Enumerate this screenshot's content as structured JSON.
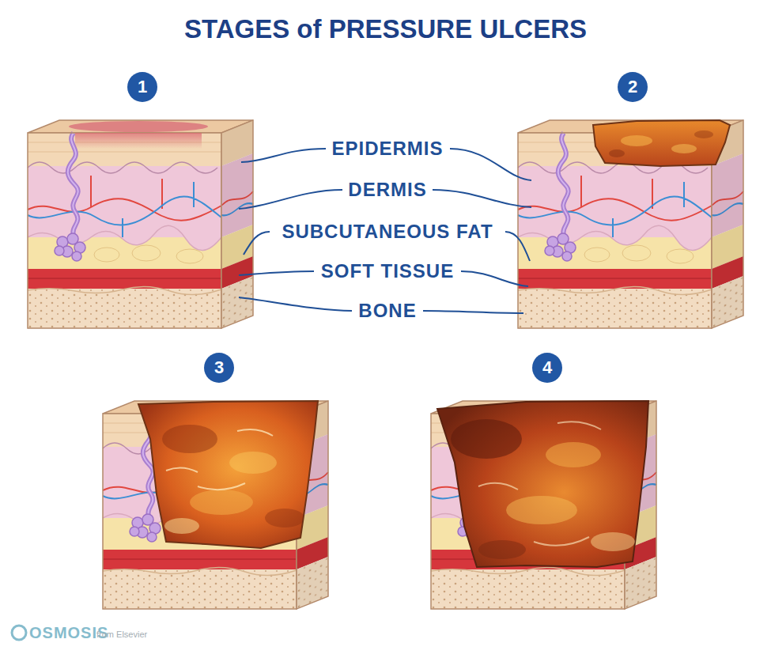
{
  "diagram": {
    "title": "STAGES of PRESSURE ULCERS",
    "nodes": [
      {
        "text": [
          "1"
        ]
      },
      {
        "text": [
          "2"
        ]
      },
      {
        "text": [
          "3"
        ]
      },
      {
        "text": [
          "4"
        ]
      }
    ],
    "labels": [
      "EPIDERMIS",
      "DERMIS",
      "SUBCUTANEOUS FAT",
      "SOFT TISSUE",
      "BONE",
      "OSMOSIS",
      "from Elsevier"
    ]
  }
}
